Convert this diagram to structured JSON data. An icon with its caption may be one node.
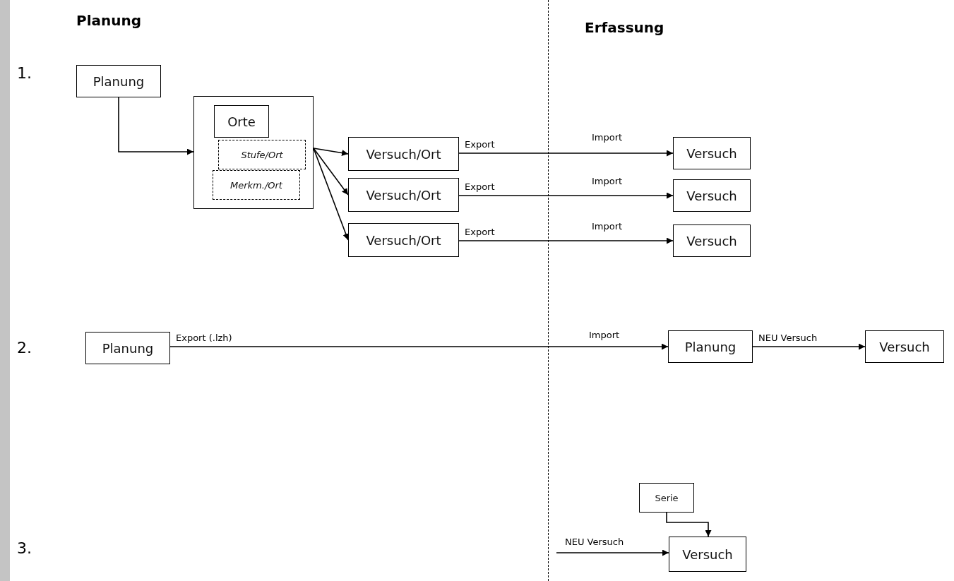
{
  "diagram": {
    "nodes": [
      {
        "text": [
          "Planung"
        ]
      },
      {
        "text": [],
        "shape": "box"
      },
      {
        "text": [
          "Orte"
        ],
        "in": 1
      },
      {
        "text": [
          "Stufe/Ort"
        ],
        "in": 1
      },
      {
        "text": [
          "Merkm./Ort"
        ],
        "in": 1
      },
      {
        "text": [
          "Versuch/Ort"
        ]
      },
      {
        "text": [
          "Versuch/Ort"
        ]
      },
      {
        "text": [
          "Versuch/Ort"
        ]
      },
      {
        "text": [
          "Versuch"
        ]
      },
      {
        "text": [
          "Versuch"
        ]
      },
      {
        "text": [
          "Versuch"
        ]
      },
      {
        "text": [
          "Planung"
        ]
      },
      {
        "text": [
          "Planung"
        ]
      },
      {
        "text": [
          "Versuch"
        ]
      },
      {
        "text": [
          "Serie"
        ]
      },
      {
        "text": [
          "Versuch"
        ]
      }
    ],
    "edges": [
      {
        "from": 0,
        "to": 1,
        "arrow": "to"
      },
      {
        "from": 1,
        "to": 5,
        "arrow": "to"
      },
      {
        "from": 1,
        "to": 6,
        "arrow": "to"
      },
      {
        "from": 1,
        "to": 7,
        "arrow": "to"
      },
      {
        "from": 5,
        "to": 8,
        "arrow": "to",
        "label": "Export"
      },
      {
        "from": 6,
        "to": 9,
        "arrow": "to",
        "label": "Export"
      },
      {
        "from": 7,
        "to": 10,
        "arrow": "to",
        "label": "Export"
      },
      {
        "from": 11,
        "to": 12,
        "arrow": "to",
        "label": "Export (.lzh)"
      },
      {
        "from": 12,
        "to": 13,
        "arrow": "to",
        "label": "NEU Versuch"
      },
      {
        "from": 14,
        "to": 15,
        "arrow": "to"
      },
      {
        "from": null,
        "to": 15,
        "arrow": "to",
        "label": "NEU Versuch"
      }
    ],
    "labels": [
      "Planung",
      "Erfassung",
      "1.",
      "Import",
      "Import",
      "Import",
      "2.",
      "Import",
      "3."
    ]
  }
}
